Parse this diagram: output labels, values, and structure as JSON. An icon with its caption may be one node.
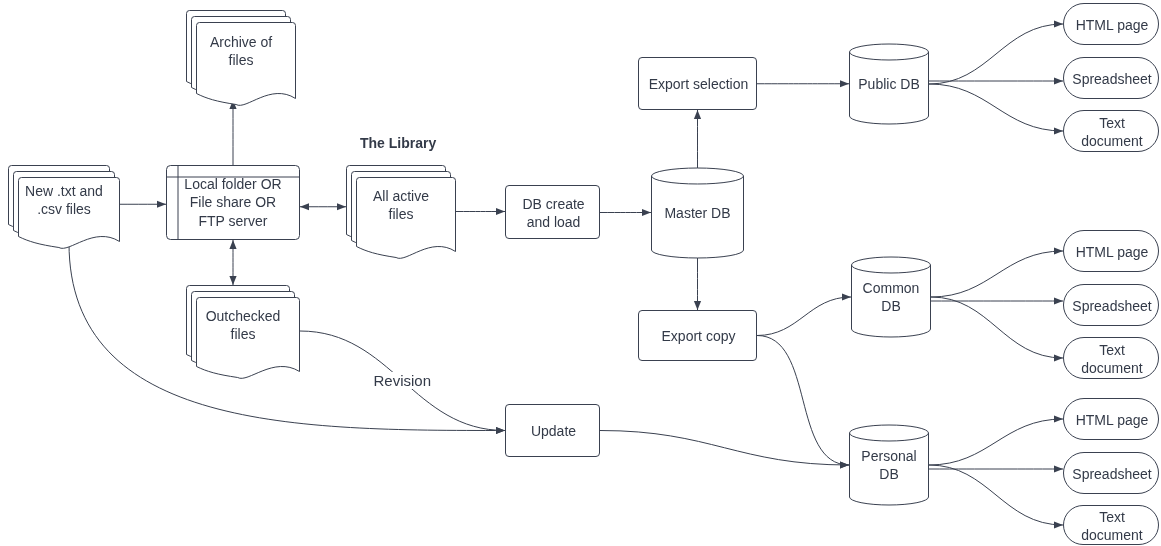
{
  "diagram": {
    "nodes": [
      {
        "text": [
          "New .txt and .csv files"
        ]
      },
      {
        "text": [
          "Local folder OR File share OR FTP server"
        ]
      },
      {
        "text": [
          "Archive of files"
        ]
      },
      {
        "text": [
          "The Library",
          "All active files"
        ]
      },
      {
        "text": [
          "DB create and load"
        ]
      },
      {
        "text": [
          "Master DB"
        ]
      },
      {
        "text": [
          "Export selection"
        ]
      },
      {
        "text": [
          "Public DB"
        ]
      },
      {
        "text": [
          "HTML page"
        ]
      },
      {
        "text": [
          "Spreadsheet"
        ]
      },
      {
        "text": [
          "Text document"
        ]
      },
      {
        "text": [
          "Export copy"
        ]
      },
      {
        "text": [
          "Common DB"
        ]
      },
      {
        "text": [
          "HTML page"
        ]
      },
      {
        "text": [
          "Spreadsheet"
        ]
      },
      {
        "text": [
          "Text document"
        ]
      },
      {
        "text": [
          "Outchecked files"
        ]
      },
      {
        "text": [
          "Update"
        ]
      },
      {
        "text": [
          "Personal DB"
        ]
      },
      {
        "text": [
          "HTML page"
        ]
      },
      {
        "text": [
          "Spreadsheet"
        ]
      },
      {
        "text": [
          "Text document"
        ]
      }
    ],
    "edges": [
      {
        "from": 0,
        "to": 1,
        "arrow": "to"
      },
      {
        "from": 1,
        "to": 2,
        "arrow": "to"
      },
      {
        "from": 1,
        "to": 3,
        "arrow": "both"
      },
      {
        "from": 1,
        "to": 16,
        "arrow": "both"
      },
      {
        "from": 3,
        "to": 4,
        "arrow": "to"
      },
      {
        "from": 4,
        "to": 5,
        "arrow": "to"
      },
      {
        "from": 5,
        "to": 6,
        "arrow": "to"
      },
      {
        "from": 5,
        "to": 11,
        "arrow": "to"
      },
      {
        "from": 6,
        "to": 7,
        "arrow": "to"
      },
      {
        "from": 7,
        "to": 8,
        "arrow": "to"
      },
      {
        "from": 7,
        "to": 9,
        "arrow": "to"
      },
      {
        "from": 7,
        "to": 10,
        "arrow": "to"
      },
      {
        "from": 11,
        "to": 12,
        "arrow": "to"
      },
      {
        "from": 11,
        "to": 18,
        "arrow": "to"
      },
      {
        "from": 12,
        "to": 13,
        "arrow": "to"
      },
      {
        "from": 12,
        "to": 14,
        "arrow": "to"
      },
      {
        "from": 12,
        "to": 15,
        "arrow": "to"
      },
      {
        "from": 0,
        "to": 17,
        "arrow": "to"
      },
      {
        "from": 16,
        "to": 17,
        "label": "Revision",
        "arrow": "to"
      },
      {
        "from": 17,
        "to": 18,
        "arrow": "to"
      },
      {
        "from": 18,
        "to": 19,
        "arrow": "to"
      },
      {
        "from": 18,
        "to": 20,
        "arrow": "to"
      },
      {
        "from": 18,
        "to": 21,
        "arrow": "to"
      }
    ]
  }
}
